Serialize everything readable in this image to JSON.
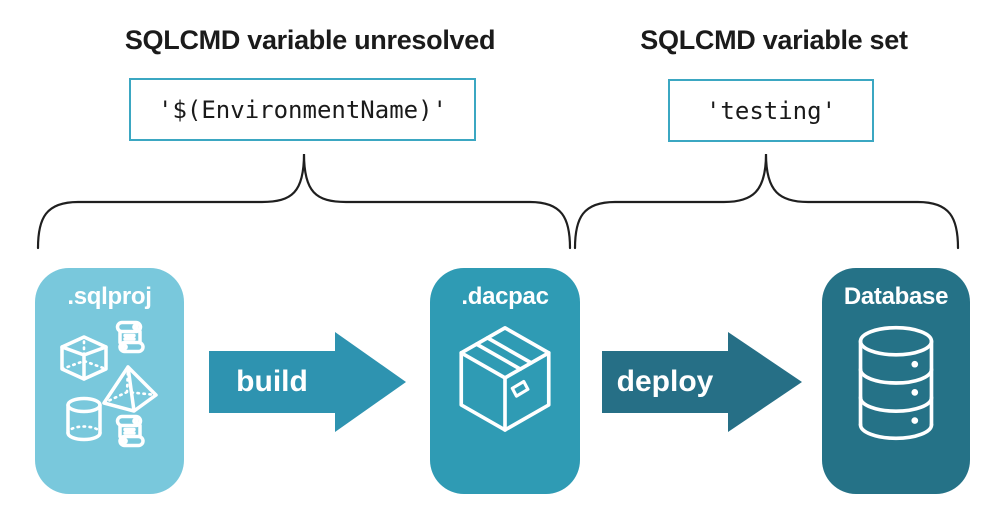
{
  "annotations": {
    "left": {
      "title": "SQLCMD variable unresolved",
      "code": "'$(EnvironmentName)'"
    },
    "right": {
      "title": "SQLCMD variable set",
      "code": "'testing'"
    }
  },
  "pipeline": {
    "nodes": [
      {
        "label": ".sqlproj",
        "color": "#79c8dc",
        "icon": "sql-objects-icon"
      },
      {
        "label": ".dacpac",
        "color": "#2f9bb4",
        "icon": "package-box-icon"
      },
      {
        "label": "Database",
        "color": "#257287",
        "icon": "database-icon"
      }
    ],
    "arrows": [
      {
        "label": "build",
        "color": "#2e93b0"
      },
      {
        "label": "deploy",
        "color": "#266f86"
      }
    ]
  },
  "colors": {
    "background": "#ffffff",
    "code_box_border": "#3ba7c2",
    "brace": "#1f1f1f",
    "heading_text": "#1b1b1b",
    "code_text": "#1a1a1a",
    "node_text": "#ffffff"
  }
}
